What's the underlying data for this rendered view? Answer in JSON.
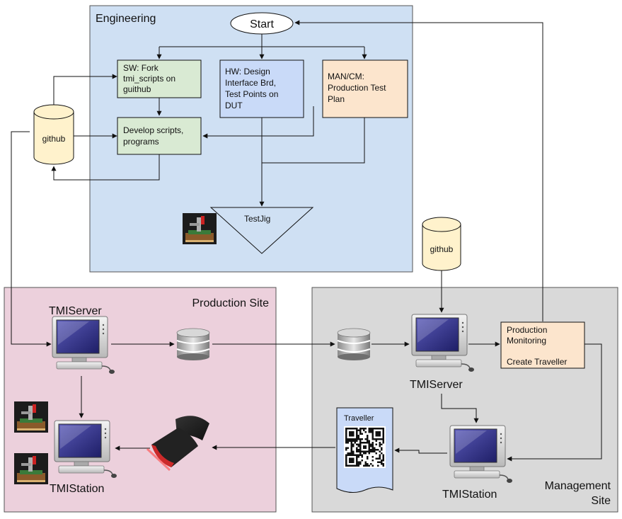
{
  "regions": {
    "engineering": "Engineering",
    "production_site": "Production Site",
    "management_line1": "Management",
    "management_line2": "Site"
  },
  "nodes": {
    "start": "Start",
    "sw_fork": [
      "SW: Fork",
      "tmi_scripts on",
      "guithub"
    ],
    "hw_design": [
      "HW: Design",
      "Interface Brd,",
      "Test Points on",
      "DUT"
    ],
    "man_cm": [
      "MAN/CM:",
      "Production Test",
      "Plan"
    ],
    "develop": [
      "Develop scripts,",
      "programs"
    ],
    "github_left": "github",
    "github_right": "github",
    "testjig": "TestJig",
    "tmiserver_prod": "TMIServer",
    "tmiserver_mgmt": "TMIServer",
    "tmistation_prod": "TMIStation",
    "tmistation_mgmt": "TMIStation",
    "production_monitoring": [
      "Production",
      "Monitoring",
      "",
      "Create Traveller"
    ],
    "traveller": "Traveller"
  },
  "colors": {
    "engineering_bg": "#cfe0f3",
    "production_bg": "#ecd0dc",
    "management_bg": "#d9d9d9",
    "sw_box": "#d9ead3",
    "hw_box": "#c9daf8",
    "man_box": "#fce5cd",
    "github": "#fff2cc",
    "monitor_screen": "#2a2a7a"
  }
}
